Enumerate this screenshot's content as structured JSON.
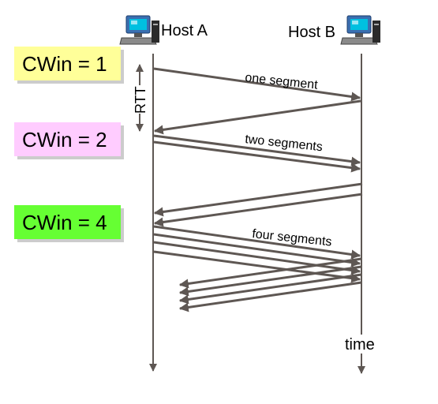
{
  "hosts": {
    "a_label": "Host A",
    "b_label": "Host B"
  },
  "cwin": [
    {
      "label": "CWin = 1",
      "color": "#ffff99"
    },
    {
      "label": "CWin = 2",
      "color": "#ffccff"
    },
    {
      "label": "CWin = 4",
      "color": "#66ff33"
    }
  ],
  "segments": {
    "one": "one segment",
    "two": "two segments",
    "four": "four segments"
  },
  "rtt_label": "RTT",
  "time_label": "time",
  "colors": {
    "arrow": "#5e5753",
    "box_border": "#bfbfbf"
  },
  "icons": {
    "host_a": "computer-icon",
    "host_b": "computer-icon"
  }
}
